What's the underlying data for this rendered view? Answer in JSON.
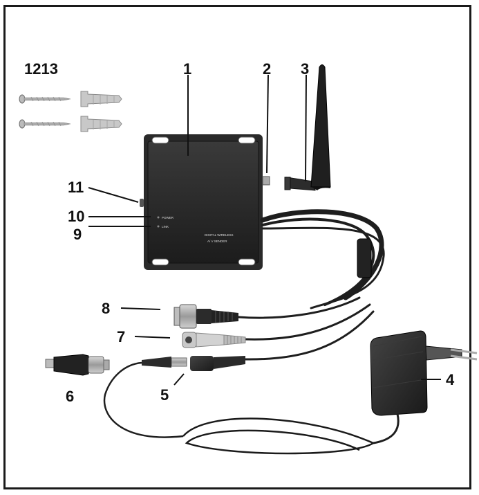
{
  "figure": {
    "callouts": {
      "c1213": "1213",
      "c1": "1",
      "c2": "2",
      "c3": "3",
      "c4": "4",
      "c5": "5",
      "c6": "6",
      "c7": "7",
      "c8": "8",
      "c9": "9",
      "c10": "10",
      "c11": "11"
    },
    "device": {
      "led_power": "POWER",
      "led_link": "LINK",
      "print_line1": "DIGITAL WIRELESS",
      "print_line2": "A/ V SENDER"
    }
  }
}
